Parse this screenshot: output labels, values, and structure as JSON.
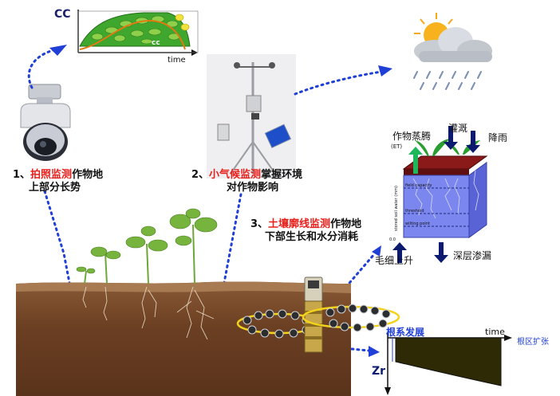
{
  "cc_chart": {
    "y_label": "CC",
    "x_label": "time",
    "curve_label": "cc"
  },
  "step1": {
    "num": "1、",
    "highlight": "拍照监测",
    "rest": "作物地",
    "line2": "上部分长势"
  },
  "step2": {
    "num": "2、",
    "highlight": "小气候监测",
    "rest": "掌握环境",
    "line2": "对作物影响"
  },
  "step3": {
    "num": "3、",
    "highlight": "土壤廓线监测",
    "rest": "作物地",
    "line2": "下部生长和水分消耗"
  },
  "soil_block": {
    "et_label": "作物蒸腾",
    "et_abbr": "(ET)",
    "irrigation_label": "灌溉",
    "rain_label": "降雨",
    "capillary_label": "毛细上升",
    "percolation_label": "深层渗漏",
    "axis_label": "stored soil water (mm)",
    "field_capacity": "field capacity",
    "threshold": "threshold",
    "wilting_point": "wilting point",
    "zero": "0.0"
  },
  "root_chart": {
    "title": "根系发展",
    "time_label": "time",
    "expand_label": "根区扩张",
    "depth_label": "Zr"
  },
  "colors": {
    "highlight_red": "#e8201c",
    "arrow_blue": "#1f3fd6",
    "dark_navy": "#0b1a6e",
    "root_fill": "#2e2a06",
    "soil_brown": "#6b3f22"
  }
}
